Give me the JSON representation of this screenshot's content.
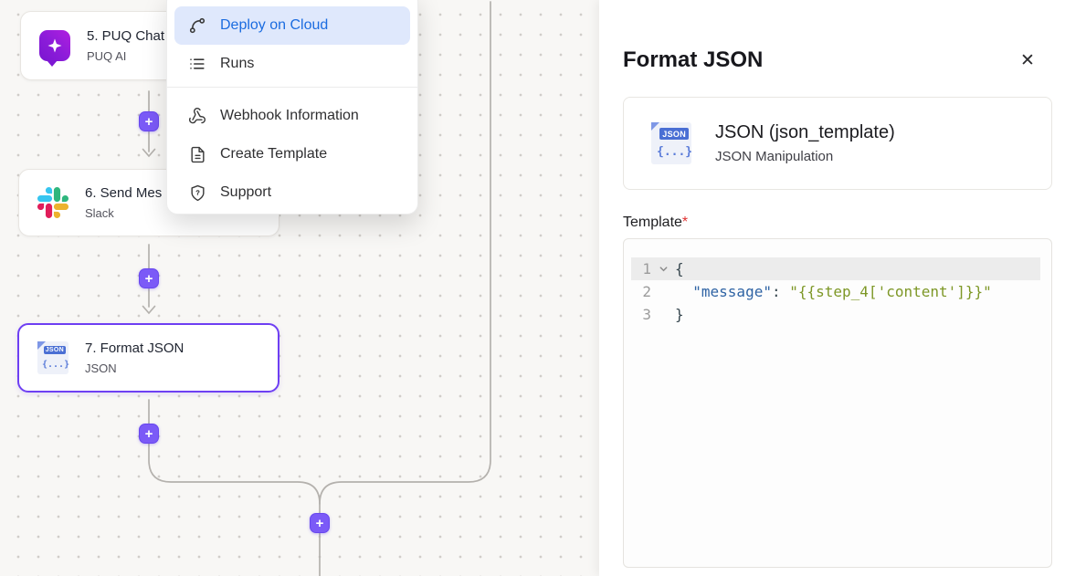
{
  "colors": {
    "accent_purple": "#7b5af7",
    "selected_node_border": "#6e3ff3",
    "menu_active_bg": "#dfe8fc",
    "menu_active_text": "#1b6ce0",
    "code_key": "#2e63a4",
    "code_string": "#7d9726",
    "required_red": "#e03131",
    "slack_blue": "#36C5F0",
    "slack_green": "#2EB67D",
    "slack_yellow": "#ECB22E",
    "slack_red": "#E01E5A"
  },
  "context_menu": {
    "items": [
      {
        "label": "Deploy on Cloud",
        "icon": "deploy-icon",
        "active": true
      },
      {
        "label": "Runs",
        "icon": "runs-icon",
        "active": false
      },
      {
        "label": "Webhook Information",
        "icon": "webhook-icon",
        "active": false
      },
      {
        "label": "Create Template",
        "icon": "create-template-icon",
        "active": false
      },
      {
        "label": "Support",
        "icon": "support-icon",
        "active": false
      }
    ]
  },
  "canvas": {
    "plus_label": "+",
    "nodes": [
      {
        "title": "5. PUQ Chat",
        "subtitle": "PUQ AI",
        "icon": "puq-ai-icon"
      },
      {
        "title": "6. Send Mes",
        "subtitle": "Slack",
        "icon": "slack-icon"
      },
      {
        "title": "7. Format JSON",
        "subtitle": "JSON",
        "icon": "json-file-icon",
        "selected": true
      }
    ],
    "json_icon": {
      "badge": "JSON",
      "braces": "{...}"
    }
  },
  "panel": {
    "title": "Format JSON",
    "close_label": "✕",
    "node_card": {
      "title": "JSON (json_template)",
      "subtitle": "JSON Manipulation",
      "icon_badge": "JSON",
      "icon_braces": "{...}"
    },
    "template_field": {
      "label": "Template",
      "required": "*"
    },
    "editor": {
      "lines": [
        {
          "number": "1",
          "parts": [
            {
              "text": "{",
              "type": "punct"
            }
          ]
        },
        {
          "number": "2",
          "parts": [
            {
              "text": "  ",
              "type": "plain"
            },
            {
              "text": "\"message\"",
              "type": "key"
            },
            {
              "text": ": ",
              "type": "punct"
            },
            {
              "text": "\"{{step_4['content']}}\"",
              "type": "string"
            }
          ]
        },
        {
          "number": "3",
          "parts": [
            {
              "text": "}",
              "type": "punct"
            }
          ]
        }
      ]
    }
  }
}
